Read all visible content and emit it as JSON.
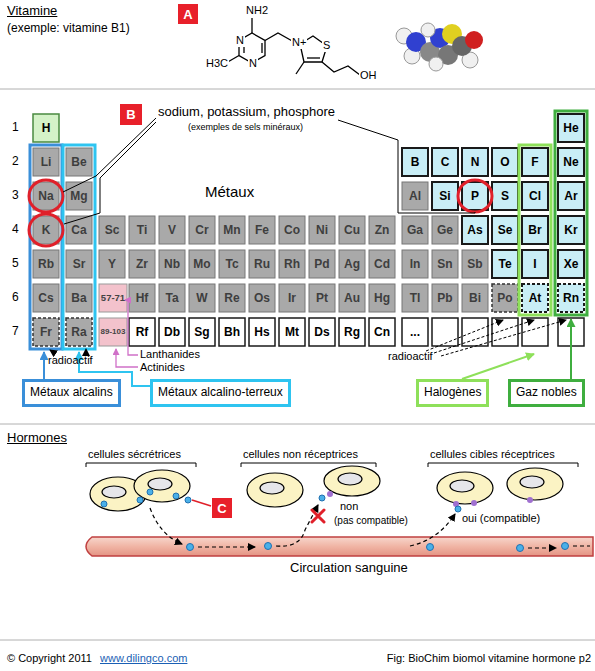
{
  "diagram": {
    "nodes": [
      {
        "text": [
          "A"
        ]
      },
      {
        "text": [
          "B"
        ]
      },
      {
        "text": [
          "H"
        ]
      },
      {
        "text": [
          "He"
        ]
      },
      {
        "text": [
          "Li"
        ]
      },
      {
        "text": [
          "Be"
        ]
      },
      {
        "text": [
          "B"
        ]
      },
      {
        "text": [
          "C"
        ]
      },
      {
        "text": [
          "N"
        ]
      },
      {
        "text": [
          "O"
        ]
      },
      {
        "text": [
          "F"
        ]
      },
      {
        "text": [
          "Ne"
        ]
      },
      {
        "text": [
          "Na"
        ]
      },
      {
        "text": [
          "Mg"
        ]
      },
      {
        "text": [
          "Al"
        ]
      },
      {
        "text": [
          "Si"
        ]
      },
      {
        "text": [
          "P"
        ]
      },
      {
        "text": [
          "S"
        ]
      },
      {
        "text": [
          "Cl"
        ]
      },
      {
        "text": [
          "Ar"
        ]
      },
      {
        "text": [
          "K"
        ]
      },
      {
        "text": [
          "Ca"
        ]
      },
      {
        "text": [
          "Sc"
        ]
      },
      {
        "text": [
          "Ti"
        ]
      },
      {
        "text": [
          "V"
        ]
      },
      {
        "text": [
          "Cr"
        ]
      },
      {
        "text": [
          "Mn"
        ]
      },
      {
        "text": [
          "Fe"
        ]
      },
      {
        "text": [
          "Co"
        ]
      },
      {
        "text": [
          "Ni"
        ]
      },
      {
        "text": [
          "Cu"
        ]
      },
      {
        "text": [
          "Zn"
        ]
      },
      {
        "text": [
          "Ga"
        ]
      },
      {
        "text": [
          "Ge"
        ]
      },
      {
        "text": [
          "As"
        ]
      },
      {
        "text": [
          "Se"
        ]
      },
      {
        "text": [
          "Br"
        ]
      },
      {
        "text": [
          "Kr"
        ]
      },
      {
        "text": [
          "Rb"
        ]
      },
      {
        "text": [
          "Sr"
        ]
      },
      {
        "text": [
          "Y"
        ]
      },
      {
        "text": [
          "Zr"
        ]
      },
      {
        "text": [
          "Nb"
        ]
      },
      {
        "text": [
          "Mo"
        ]
      },
      {
        "text": [
          "Tc"
        ]
      },
      {
        "text": [
          "Ru"
        ]
      },
      {
        "text": [
          "Rh"
        ]
      },
      {
        "text": [
          "Pd"
        ]
      },
      {
        "text": [
          "Ag"
        ]
      },
      {
        "text": [
          "Cd"
        ]
      },
      {
        "text": [
          "In"
        ]
      },
      {
        "text": [
          "Sn"
        ]
      },
      {
        "text": [
          "Sb"
        ]
      },
      {
        "text": [
          "Te"
        ]
      },
      {
        "text": [
          "I"
        ]
      },
      {
        "text": [
          "Xe"
        ]
      },
      {
        "text": [
          "Cs"
        ]
      },
      {
        "text": [
          "Ba"
        ]
      },
      {
        "text": [
          "57-71"
        ]
      },
      {
        "text": [
          "Hf"
        ]
      },
      {
        "text": [
          "Ta"
        ]
      },
      {
        "text": [
          "W"
        ]
      },
      {
        "text": [
          "Re"
        ]
      },
      {
        "text": [
          "Os"
        ]
      },
      {
        "text": [
          "Ir"
        ]
      },
      {
        "text": [
          "Pt"
        ]
      },
      {
        "text": [
          "Au"
        ]
      },
      {
        "text": [
          "Hg"
        ]
      },
      {
        "text": [
          "Tl"
        ]
      },
      {
        "text": [
          "Pb"
        ]
      },
      {
        "text": [
          "Bi"
        ]
      },
      {
        "text": [
          "Po"
        ]
      },
      {
        "text": [
          "At"
        ]
      },
      {
        "text": [
          "Rn"
        ]
      },
      {
        "text": [
          "Fr"
        ]
      },
      {
        "text": [
          "Ra"
        ]
      },
      {
        "text": [
          "89-103"
        ]
      },
      {
        "text": [
          "Rf"
        ]
      },
      {
        "text": [
          "Db"
        ]
      },
      {
        "text": [
          "Sg"
        ]
      },
      {
        "text": [
          "Bh"
        ]
      },
      {
        "text": [
          "Hs"
        ]
      },
      {
        "text": [
          "Mt"
        ]
      },
      {
        "text": [
          "Ds"
        ]
      },
      {
        "text": [
          "Rg"
        ]
      },
      {
        "text": [
          "Cn"
        ]
      },
      {
        "text": [
          "..."
        ]
      },
      {
        "text": [
          "Métaux alcalins"
        ]
      },
      {
        "text": [
          "Métaux alcalino-terreux"
        ]
      },
      {
        "text": [
          "Halogènes"
        ]
      },
      {
        "text": [
          "Gaz nobles"
        ]
      },
      {
        "text": [
          "C"
        ]
      }
    ],
    "labels": [
      "Vitamine",
      "(exemple: vitamine B1)",
      "NH2",
      "N",
      "N",
      "H3C",
      "N+",
      "S",
      "OH",
      "1",
      "2",
      "3",
      "4",
      "5",
      "6",
      "7",
      "sodium, potassium, phosphore",
      "(exemples de sels minéraux)",
      "Métaux",
      "radioactif",
      "Lanthanides",
      "Actinides",
      "radioactif",
      "Hormones",
      "cellules sécrétrices",
      "cellules non réceptrices",
      "cellules cibles réceptrices",
      "non",
      "(pas compatible)",
      "oui (compatible)",
      "Circulation sanguine",
      "© Copyright 2011",
      "www.dilingco.com",
      "Fig: BioChim biomol vitamine hormone p2"
    ]
  }
}
